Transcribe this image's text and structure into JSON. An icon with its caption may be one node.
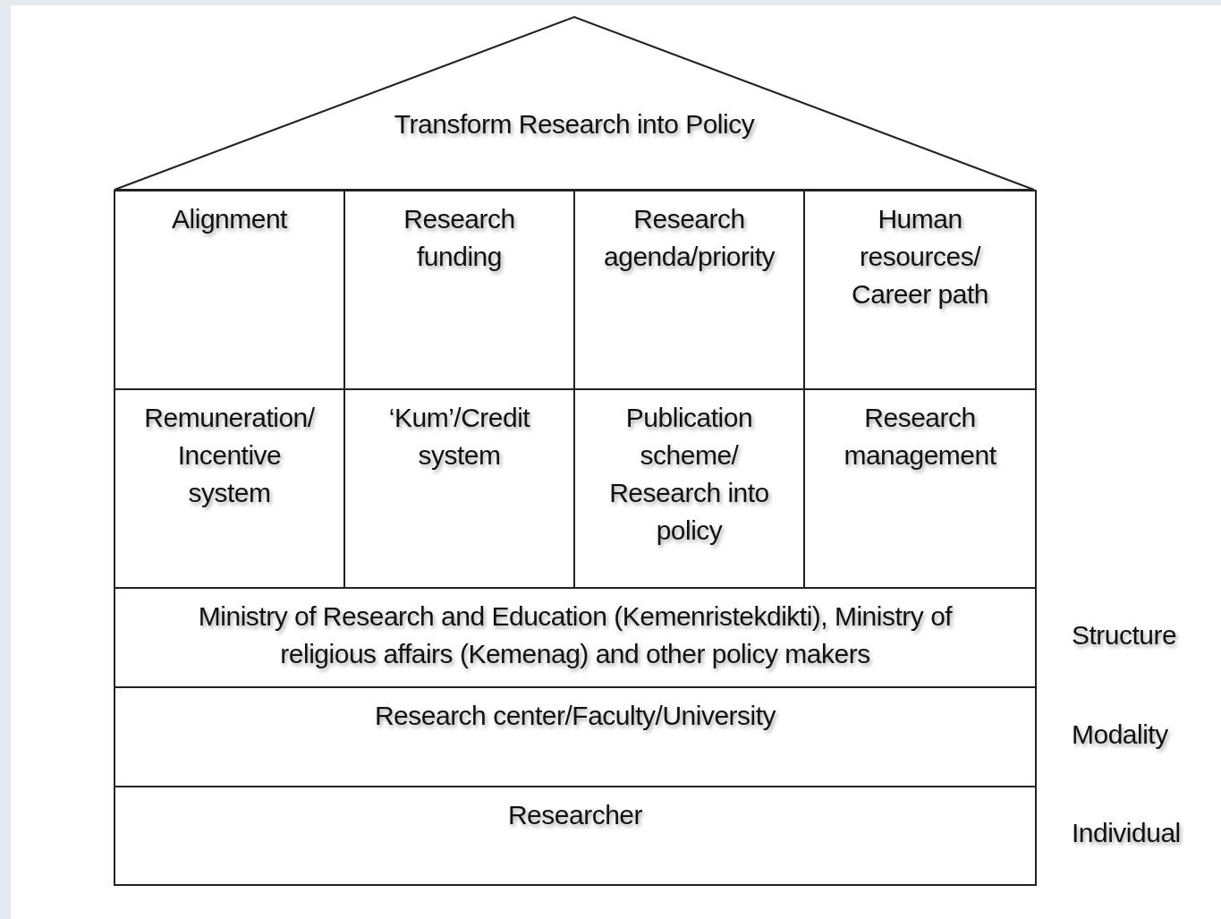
{
  "diagram": {
    "nodes": [
      {
        "text": [
          "Transform Research into Policy"
        ]
      },
      {
        "text": [
          "Alignment"
        ]
      },
      {
        "text": [
          "Research funding"
        ]
      },
      {
        "text": [
          "Research agenda/priority"
        ]
      },
      {
        "text": [
          "Human resources/ Career path"
        ]
      },
      {
        "text": [
          "Remuneration/ Incentive system"
        ]
      },
      {
        "text": [
          "‘Kum’/Credit system"
        ]
      },
      {
        "text": [
          "Publication scheme/ Research into policy"
        ]
      },
      {
        "text": [
          "Research management"
        ]
      },
      {
        "text": [
          "Ministry of Research and Education (Kemenristekdikti), Ministry of religious affairs (Kemenag) and other policy makers"
        ],
        "beside": [
          "Structure"
        ]
      },
      {
        "text": [
          "Research center/Faculty/University"
        ],
        "beside": [
          "Modality"
        ]
      },
      {
        "text": [
          "Researcher"
        ],
        "beside": [
          "Individual"
        ]
      }
    ]
  }
}
